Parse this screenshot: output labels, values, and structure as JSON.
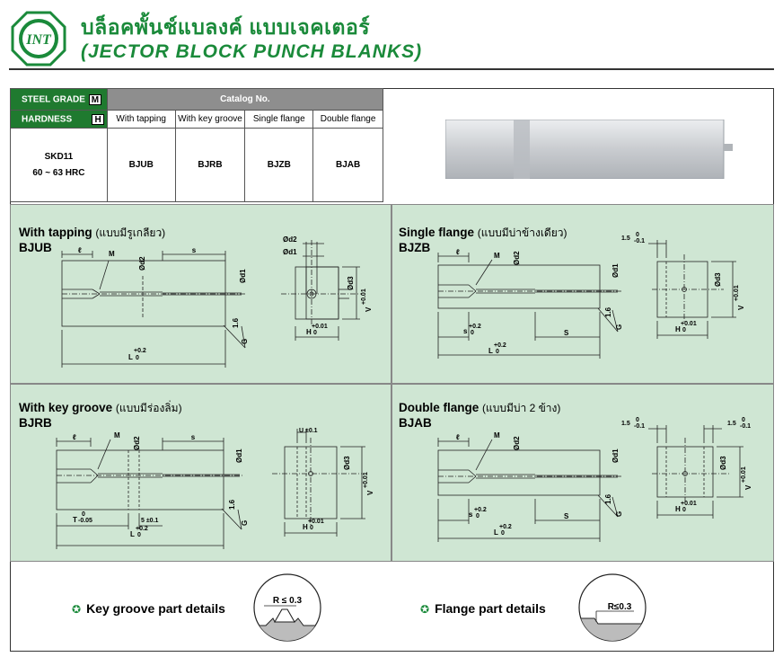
{
  "header": {
    "title_thai": "บล็อคพั้นช์แบลงค์ แบบเจคเตอร์",
    "title_en": "(JECTOR BLOCK PUNCH BLANKS)",
    "logo_text": "INT"
  },
  "catalog": {
    "steel_grade_label": "STEEL GRADE",
    "steel_grade_code": "M",
    "hardness_label": "HARDNESS",
    "hardness_code": "H",
    "header": "Catalog No.",
    "columns": [
      "With tapping",
      "With key groove",
      "Single flange",
      "Double flange"
    ],
    "material": "SKD11",
    "hardness": "60 ~ 63 HRC",
    "codes": [
      "BJUB",
      "BJRB",
      "BJZB",
      "BJAB"
    ]
  },
  "panels": [
    {
      "title": "With tapping",
      "title_th": "(แบบมีรูเกลียว)",
      "code": "BJUB"
    },
    {
      "title": "Single flange",
      "title_th": "(แบบมีบ่าข้างเดียว)",
      "code": "BJZB"
    },
    {
      "title": "With key groove",
      "title_th": "(แบบมีร่องลิ่ม)",
      "code": "BJRB"
    },
    {
      "title": "Double flange",
      "title_th": "(แบบมีบ่า 2 ข้าง)",
      "code": "BJAB"
    }
  ],
  "dims": {
    "l": "ℓ",
    "M": "M",
    "s": "S",
    "d1": "Ød1",
    "d2": "Ød2",
    "d3": "Ød3",
    "L": "L",
    "L_tol": "+0.2",
    "L_tol2": "0",
    "H": "H",
    "H_tol": "+0.01",
    "H_tol2": "0",
    "V": "V",
    "V_tol": "+0.01",
    "V_tol2": "0",
    "G": "G",
    "r16": "1.6",
    "s_lbl": "s",
    "s_tol": "+0.2",
    "s_tol2": "0",
    "T": "T",
    "T_tol": "0",
    "T_tol2": "-0.05",
    "five": "5 ±0.1",
    "U": "U ±0.1",
    "f15": "1.5",
    "f15_t": "0",
    "f15_t2": "-0.1"
  },
  "details": [
    {
      "label": "Key groove part details",
      "r": "R ≤ 0.3"
    },
    {
      "label": "Flange part details",
      "r": "R≤0.3"
    }
  ]
}
